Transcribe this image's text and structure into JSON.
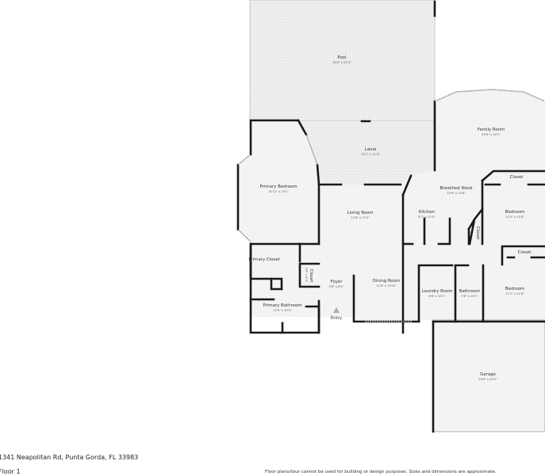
{
  "footer": {
    "address": "1341 Neapolitan Rd, Punta Gorda, FL 33983",
    "floor": "Floor 1",
    "disclaimer": "Floor plans/tour cannot be used for building or design purposes. Sizes and dimensions are approximate."
  },
  "colors": {
    "wall": "#1a1a1a",
    "floor": "#f3f3f3",
    "outdoor": "#ececec"
  },
  "rooms": {
    "pool": {
      "name": "Pool",
      "dim": "34'4\" x 22'4\""
    },
    "lanai": {
      "name": "Lanai",
      "dim": "23'7\" x 11'9\""
    },
    "family_room": {
      "name": "Family Room",
      "dim": "20'6\" x 14'1\""
    },
    "primary_bedroom": {
      "name": "Primary Bedroom",
      "dim": "14'11\" x 23'1\""
    },
    "breakfast_nook": {
      "name": "Breakfast Nook",
      "dim": "10'9\" x 10'8\""
    },
    "living_room": {
      "name": "Living Room",
      "dim": "15'6\" x 17'4\""
    },
    "kitchen": {
      "name": "Kitchen",
      "dim": "8'7\" x 12'0\""
    },
    "bedroom_1": {
      "name": "Bedroom",
      "dim": "11'5\" x 11'8\""
    },
    "closet_1": {
      "name": "Closet"
    },
    "closet_2": {
      "name": "Closet"
    },
    "primary_closet": {
      "name": "Primary Closet"
    },
    "closet_3": {
      "name": "Closet",
      "dim": "3'6\" x 4'3\""
    },
    "foyer": {
      "name": "Foyer",
      "dim": "5'8\" x 8'1\""
    },
    "dining_room": {
      "name": "Dining Room",
      "dim": "11'6\" x 13'10\""
    },
    "laundry_room": {
      "name": "Laundry Room",
      "dim": "6'6\" x 10'1\""
    },
    "bathroom": {
      "name": "Bathroom",
      "dim": "5'6\" x 10'1\""
    },
    "bedroom_2": {
      "name": "Bedroom",
      "dim": "11'2\" x 11'6\""
    },
    "closet_4": {
      "name": "Closet"
    },
    "primary_bathroom": {
      "name": "Primary Bathroom",
      "dim": "12'5\" x 10'4\""
    },
    "entry": {
      "name": "Entry"
    },
    "garage": {
      "name": "Garage",
      "dim": "20'9\" x 20'2\""
    }
  }
}
